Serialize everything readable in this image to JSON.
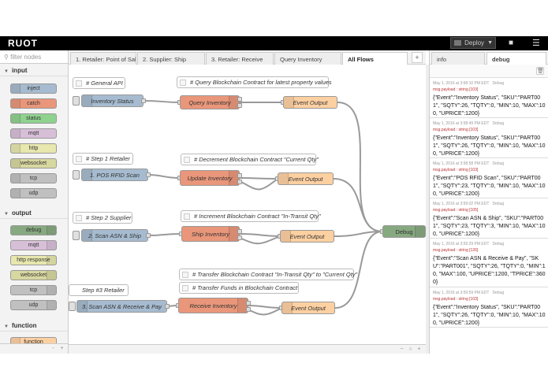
{
  "header": {
    "logo": "RUOT",
    "deploy_label": "Deploy"
  },
  "palette": {
    "filter_placeholder": "filter nodes",
    "categories": [
      {
        "label": "input",
        "nodes": [
          "inject",
          "catch",
          "status",
          "mqtt",
          "http",
          "websocket",
          "tcp",
          "udp"
        ]
      },
      {
        "label": "output",
        "nodes": [
          "debug",
          "mqtt",
          "http response",
          "websocket",
          "tcp",
          "udp"
        ]
      },
      {
        "label": "function",
        "nodes": [
          "function"
        ]
      }
    ]
  },
  "tabs": [
    "1. Retailer: Point of Sale",
    "2. Supplier: Ship",
    "3. Retailer: Receive",
    "Query Inventory",
    "All Flows"
  ],
  "active_tab": "All Flows",
  "flow": {
    "comments": {
      "general_api": "# General API",
      "query_blockchain": "# Query Blockchain Contract for latest property values",
      "step1": "# Step 1 Retailer",
      "decrement": "# Decrement Blockchain Contract \"Current Qty\"",
      "step2": "# Step 2 Supplier",
      "increment": "# Increment Blockchain Contract \"In-Transit Qty\"",
      "transfer_qty": "# Transfer Blockchain Contract \"In-Transit Qty\" to \"Current Qty\"",
      "transfer_funds": "# Transfer Funds in Blockchain Contract",
      "step3": "Step #3 Retailer"
    },
    "nodes": {
      "inventory_status": "Inventory Status",
      "query_inventory": "Query Inventory",
      "event_output_1": "Event Output",
      "pos_rfid": "1. POS RFID Scan",
      "update_inventory": "Update Inventory",
      "event_output_2": "Event Output",
      "scan_asn_ship": "2. Scan ASN & Ship",
      "ship_inventory": "Ship Inventory",
      "event_output_3": "Event Output",
      "scan_asn_receive": "3. Scan ASN & Receive & Pay",
      "receive_inventory": "Receive Inventory",
      "event_output_4": "Event Output",
      "debug": "Debug"
    }
  },
  "sidebar": {
    "tabs": [
      "info",
      "debug"
    ],
    "active_tab": "debug",
    "messages": [
      {
        "time": "May 1, 2016 at 3:58:10 PM EDT",
        "node": "Debug",
        "type": "msg.payload : string [103]",
        "payload": "{\"Event\":\"Inventory Status\", \"SKU\":\"PART001\", \"SQTY\":26, \"TQTY\":0, \"MIN\":10, \"MAX\":100, \"UPRICE\":1200}"
      },
      {
        "time": "May 1, 2016 at 3:58:49 PM EDT",
        "node": "Debug",
        "type": "msg.payload : string [103]",
        "payload": "{\"Event\":\"Inventory Status\", \"SKU\":\"PART001\", \"SQTY\":26, \"TQTY\":0, \"MIN\":10, \"MAX\":100, \"UPRICE\":1200}"
      },
      {
        "time": "May 1, 2016 at 3:58:58 PM EDT",
        "node": "Debug",
        "type": "msg.payload : string [103]",
        "payload": "{\"Event\":\"POS RFID Scan\", \"SKU\":\"PART001\", \"SQTY\":23, \"TQTY\":0, \"MIN\":10, \"MAX\":100, \"UPRICE\":1200}"
      },
      {
        "time": "May 1, 2016 at 3:59:02 PM EDT",
        "node": "Debug",
        "type": "msg.payload : string [105]",
        "payload": "{\"Event\":\"Scan ASN & Ship\", \"SKU\":\"PART001\", \"SQTY\":23, \"TQTY\":3, \"MIN\":10, \"MAX\":100, \"UPRICE\":1200}"
      },
      {
        "time": "May 1, 2016 at 3:59:29 PM EDT",
        "node": "Debug",
        "type": "msg.payload : string [126]",
        "payload": "{\"Event\":\"Scan ASN & Receive & Pay\", \"SKU\":\"PART001\", \"SQTY\":26, \"TQTY\":0, \"MIN\":10, \"MAX\":100, \"UPRICE\":1200, \"TPRICE\":3600}"
      },
      {
        "time": "May 1, 2016 at 3:59:59 PM EDT",
        "node": "Debug",
        "type": "msg.payload : string [103]",
        "payload": "{\"Event\":\"Inventory Status\", \"SKU\":\"PART001\", \"SQTY\":26, \"TQTY\":0, \"MIN\":10, \"MAX\":100, \"UPRICE\":1200}"
      }
    ]
  },
  "colors": {
    "inject": "#a6bbcf",
    "function": "#fdd0a2",
    "function_call": "#e9967a",
    "output": "#deb887",
    "debug": "#87a980",
    "catch": "#e2d96e",
    "mqtt": "#d8bfd8",
    "http": "#e7e7ae",
    "tcp": "#c0c0c0"
  }
}
